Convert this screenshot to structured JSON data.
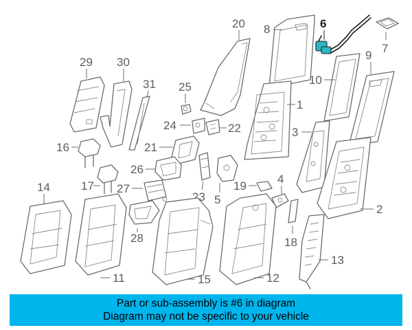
{
  "callouts": {
    "p1": "1",
    "p2": "2",
    "p3": "3",
    "p4": "4",
    "p5": "5",
    "p6": "6",
    "p7": "7",
    "p8": "8",
    "p9": "9",
    "p10": "10",
    "p11": "11",
    "p12": "12",
    "p13": "13",
    "p14": "14",
    "p15": "15",
    "p16": "16",
    "p17": "17",
    "p18": "18",
    "p19": "19",
    "p20": "20",
    "p21": "21",
    "p22": "22",
    "p23": "23",
    "p24": "24",
    "p25": "25",
    "p26": "26",
    "p27": "27",
    "p28": "28",
    "p29": "29",
    "p30": "30",
    "p31": "31"
  },
  "highlighted_part": "6",
  "banner": {
    "line1": "Part or sub-assembly is #6 in diagram",
    "line2": "Diagram may not be specific to your vehicle"
  },
  "colors": {
    "banner_bg": "#00b4ec",
    "highlight": "#2bb6c4",
    "line": "#6b6b6b"
  }
}
